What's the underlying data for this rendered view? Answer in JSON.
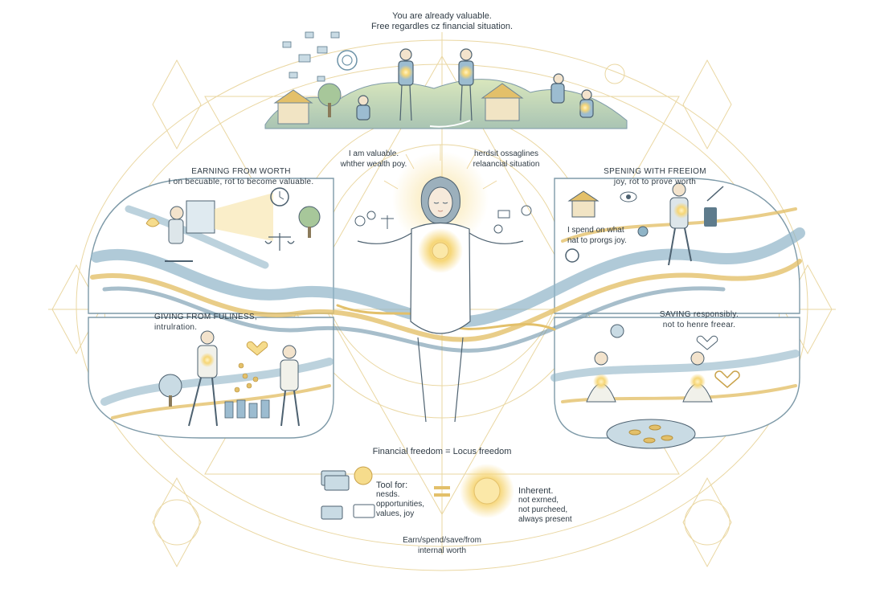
{
  "colors": {
    "gold": "#e3c06a",
    "gold_glow": "#f6dc8c",
    "river_blue": "#8fb4c7",
    "river_dark": "#6d93a8",
    "sage": "#b9cf9a",
    "ink": "#2f3b45",
    "line_gold": "#e8cf90"
  },
  "top": {
    "line1": "You are already valuable.",
    "line2": "Free regardles cz financial situation."
  },
  "center_left_caption": {
    "line1": "I am valuable.",
    "line2": "whther wealth poy."
  },
  "center_right_caption": {
    "line1": "herdsit ossaglines",
    "line2": "relaancial situation"
  },
  "earning": {
    "title": "EARNING FROM WORTH",
    "subtitle": "I on becuable, rot to become valuable."
  },
  "spending": {
    "title": "SPENING WITH FREEIOM",
    "subtitle": "joy, rot to prove worth",
    "note_line1": "I spend on what",
    "note_line2": "nat to prorgs joy."
  },
  "giving": {
    "title": "GIVING FROM FULINESS,",
    "subtitle": "intrulration."
  },
  "saving": {
    "title": "SAVING responsibly.",
    "subtitle": "not to henre freear."
  },
  "bottom": {
    "equation": "Financial freedom = Locus freedom",
    "tool_title": "Tool for:",
    "tool_items": [
      "nesds.",
      "opportunities,",
      "values, joy"
    ],
    "inherent_title": "Inherent.",
    "inherent_items": [
      "not exrned,",
      "not purcheed,",
      "always present"
    ],
    "footer_line1": "Earn/spend/save/from",
    "footer_line2": "internal worth"
  },
  "icons": [
    "money-icon",
    "clock-icon",
    "scales-icon",
    "tree-icon",
    "lotus-icon",
    "house-icon",
    "eye-icon",
    "key-icon",
    "heart-icon",
    "coin-icon",
    "leaf-icon",
    "sun-icon",
    "card-icon",
    "phone-icon"
  ]
}
